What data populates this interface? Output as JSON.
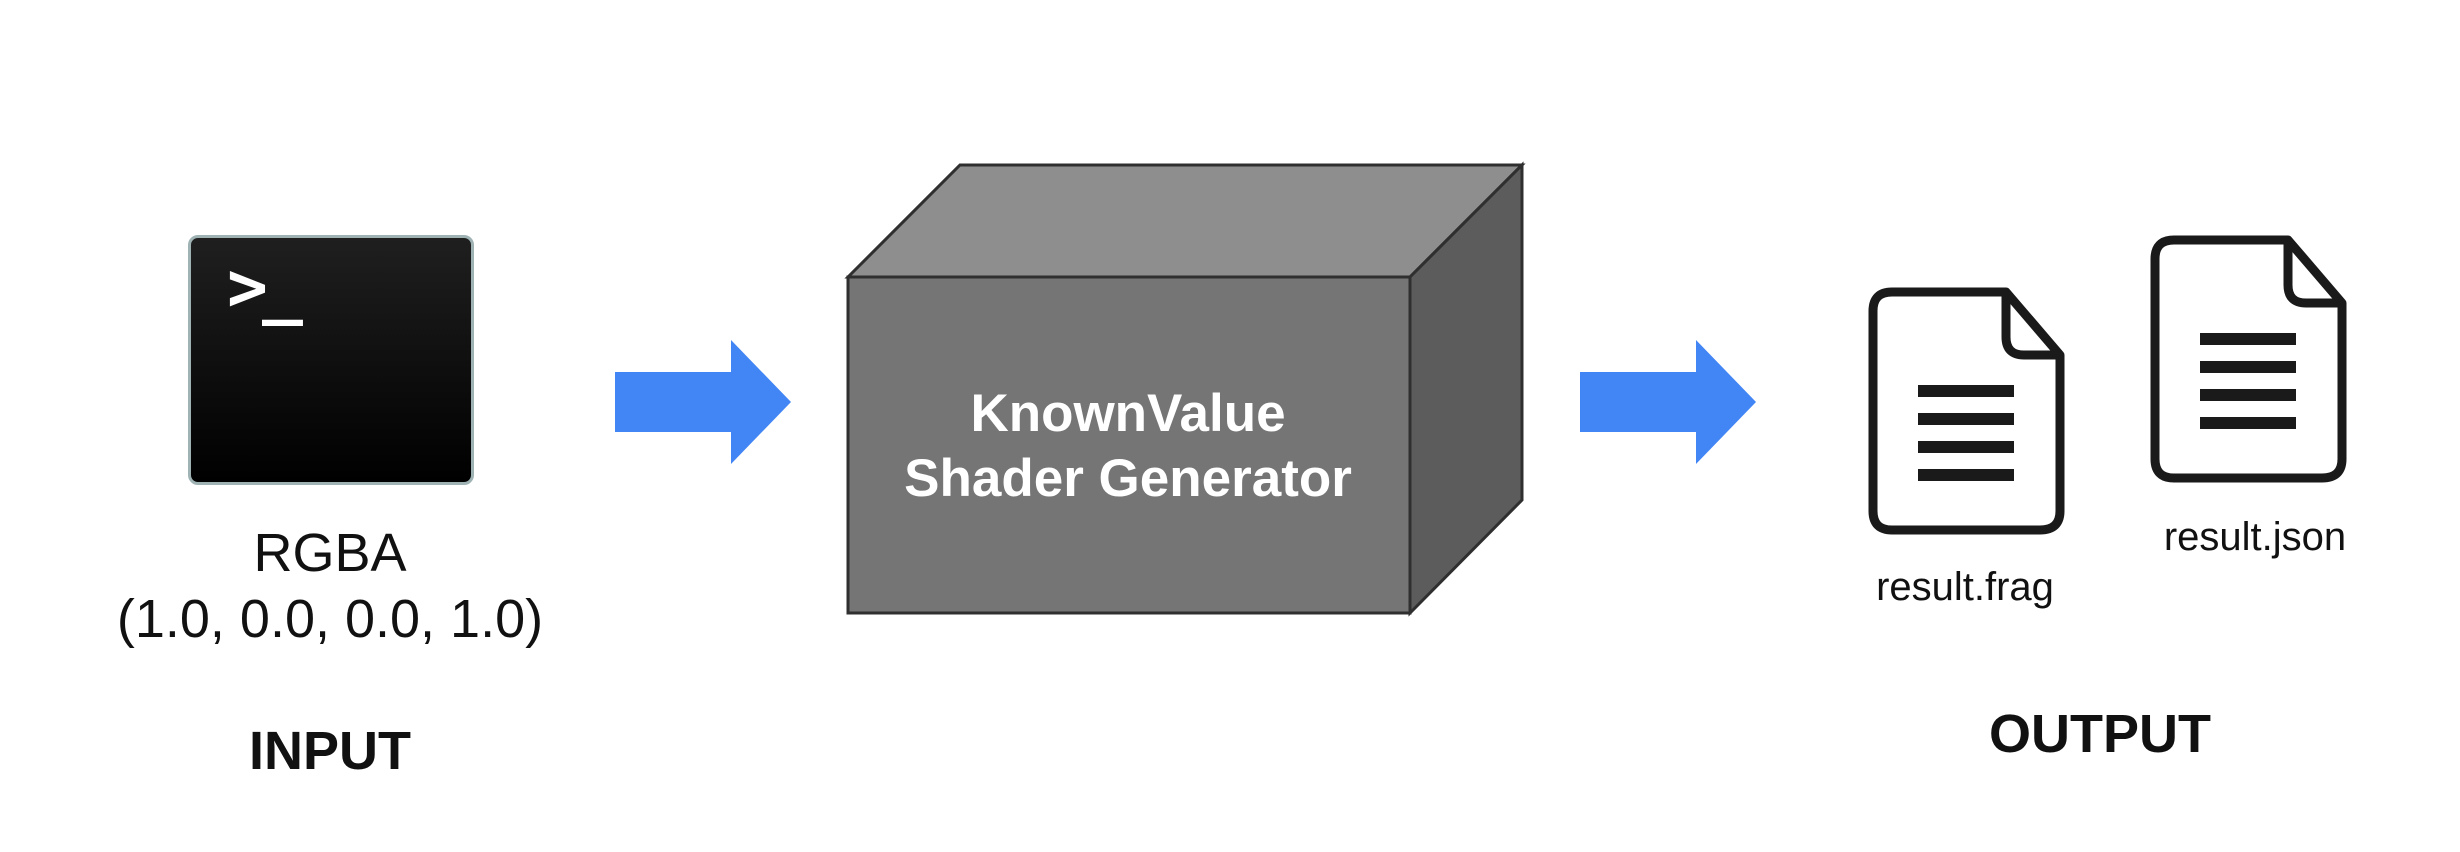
{
  "input": {
    "rgba_label": "RGBA",
    "rgba_value": "(1.0, 0.0, 0.0, 1.0)",
    "title": "INPUT",
    "icon": "terminal-icon",
    "prompt_glyph": ">_"
  },
  "generator": {
    "line1": "KnownValue",
    "line2": "Shader Generator",
    "icon": "box-icon"
  },
  "output": {
    "title": "OUTPUT",
    "files": [
      {
        "name": "result.frag",
        "icon": "document-icon"
      },
      {
        "name": "result.json",
        "icon": "document-icon"
      }
    ]
  },
  "colors": {
    "arrow": "#4285F4",
    "box_front": "#757575",
    "box_top": "#8e8e8e",
    "box_side": "#5c5c5c",
    "terminal_bg": "#0a0a0a"
  }
}
